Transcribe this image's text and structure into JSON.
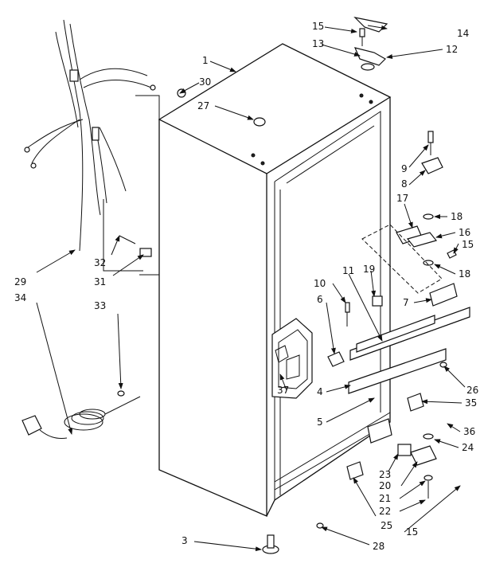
{
  "labels": {
    "l1": "1",
    "l3": "3",
    "l4": "4",
    "l5": "5",
    "l6": "6",
    "l7": "7",
    "l8": "8",
    "l9": "9",
    "l10": "10",
    "l11": "11",
    "l12": "12",
    "l13": "13",
    "l14": "14",
    "l15a": "15",
    "l15b": "15",
    "l15c": "15",
    "l16": "16",
    "l17": "17",
    "l18a": "18",
    "l18b": "18",
    "l19": "19",
    "l20": "20",
    "l21": "21",
    "l22": "22",
    "l23": "23",
    "l24": "24",
    "l25": "25",
    "l26": "26",
    "l27": "27",
    "l28": "28",
    "l29": "29",
    "l30": "30",
    "l31": "31",
    "l32": "32",
    "l33": "33",
    "l34": "34",
    "l35": "35",
    "l36": "36",
    "l37": "37"
  }
}
